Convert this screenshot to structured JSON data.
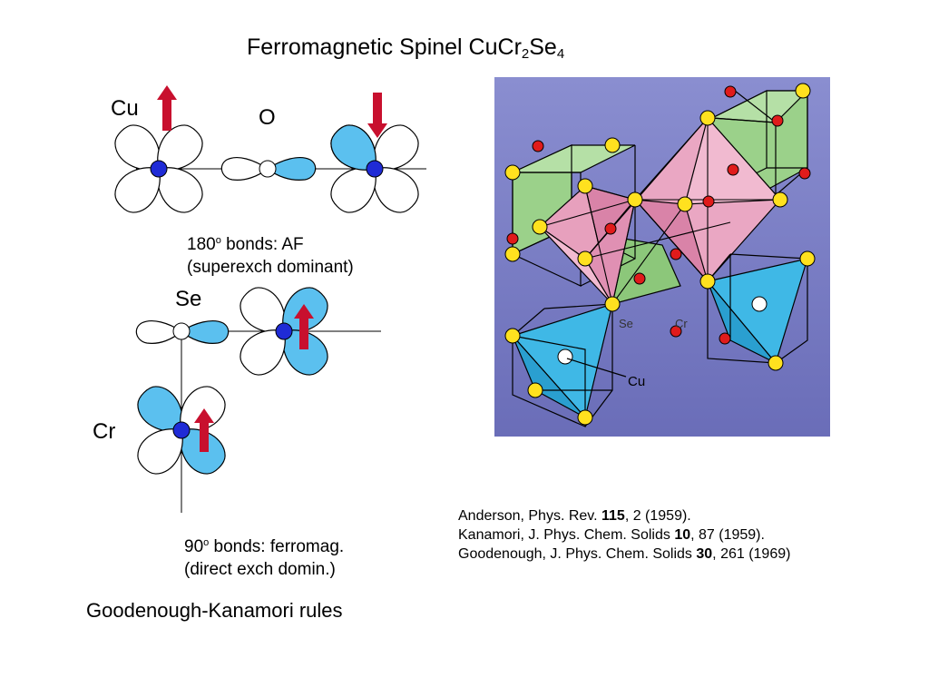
{
  "title": {
    "main": "Ferromagnetic Spinel CuCr",
    "sub1": "2",
    "mid": "Se",
    "sub2": "4"
  },
  "labels": {
    "cu": "Cu",
    "o": "O",
    "se": "Se",
    "cr": "Cr"
  },
  "caption_180": {
    "num": "180",
    "deg": "o",
    "text": " bonds:  AF",
    "line2": "(superexch dominant)"
  },
  "caption_90": {
    "num": "90",
    "deg": "o",
    "text": " bonds: ferromag.",
    "line2": "(direct exch domin.)"
  },
  "footer": "Goodenough-Kanamori rules",
  "crystal": {
    "se_label": "Se",
    "cr_label": "Cr",
    "cu_label": "Cu"
  },
  "references": [
    {
      "before": "Anderson, Phys. Rev. ",
      "bold": "115",
      "after": ", 2 (1959)."
    },
    {
      "before": "Kanamori, J. Phys. Chem. Solids ",
      "bold": "10",
      "after": ", 87 (1959)."
    },
    {
      "before": "Goodenough, J. Phys. Chem. Solids ",
      "bold": "30",
      "after": ", 261 (1969)"
    }
  ],
  "colors": {
    "crystal_bg": "#7b7fc4",
    "cube_green": "#9bd18a",
    "octa_pink": "#e7a0bd",
    "tetra_blue": "#3fb8e6",
    "se_yellow": "#ffe11f",
    "cr_red": "#e01b1b",
    "orbital_blue": "#5bc0ef",
    "atom_blue": "#1f2bd6",
    "arrow_red": "#c8102e"
  }
}
